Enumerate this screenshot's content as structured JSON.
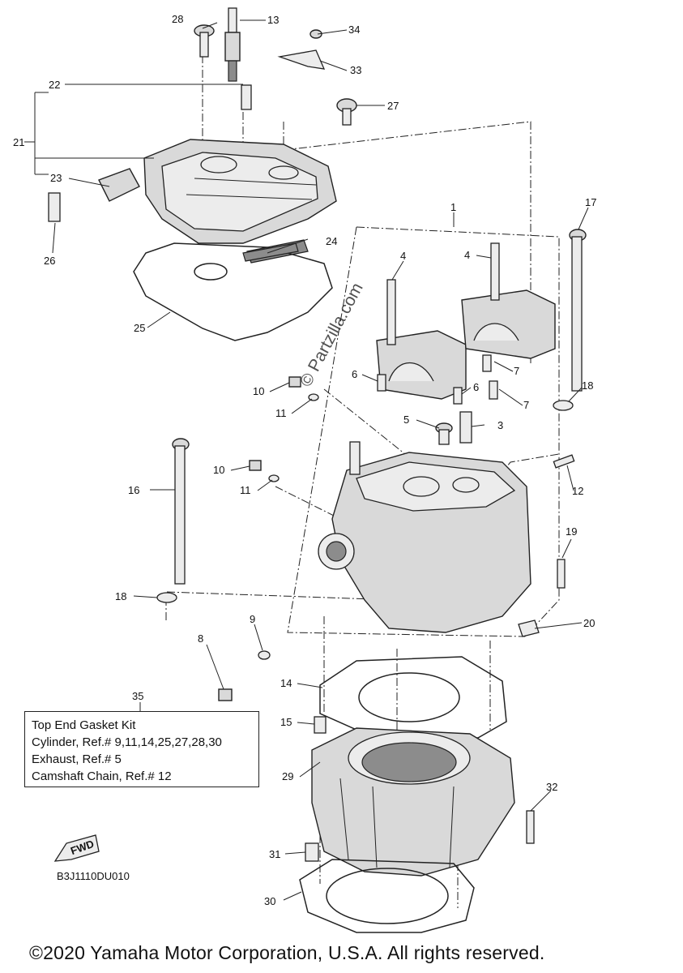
{
  "callouts": [
    "1",
    "3",
    "4",
    "4",
    "5",
    "6",
    "6",
    "7",
    "7",
    "8",
    "9",
    "10",
    "10",
    "11",
    "11",
    "12",
    "13",
    "14",
    "15",
    "16",
    "17",
    "18",
    "18",
    "19",
    "20",
    "21",
    "22",
    "23",
    "24",
    "25",
    "26",
    "27",
    "28",
    "29",
    "30",
    "31",
    "32",
    "33",
    "34"
  ],
  "kit_callout": "35",
  "kit_box": {
    "title": "Top End Gasket Kit",
    "lines": [
      "Cylinder, Ref.# 9,11,14,25,27,28,30",
      "Exhaust, Ref.# 5",
      "Camshaft Chain, Ref.# 12"
    ]
  },
  "fwd_label": "FWD",
  "diagram_code": "B3J1110DU010",
  "watermark": "© Partzilla.com",
  "copyright": "©2020 Yamaha Motor Corporation, U.S.A. All rights reserved."
}
